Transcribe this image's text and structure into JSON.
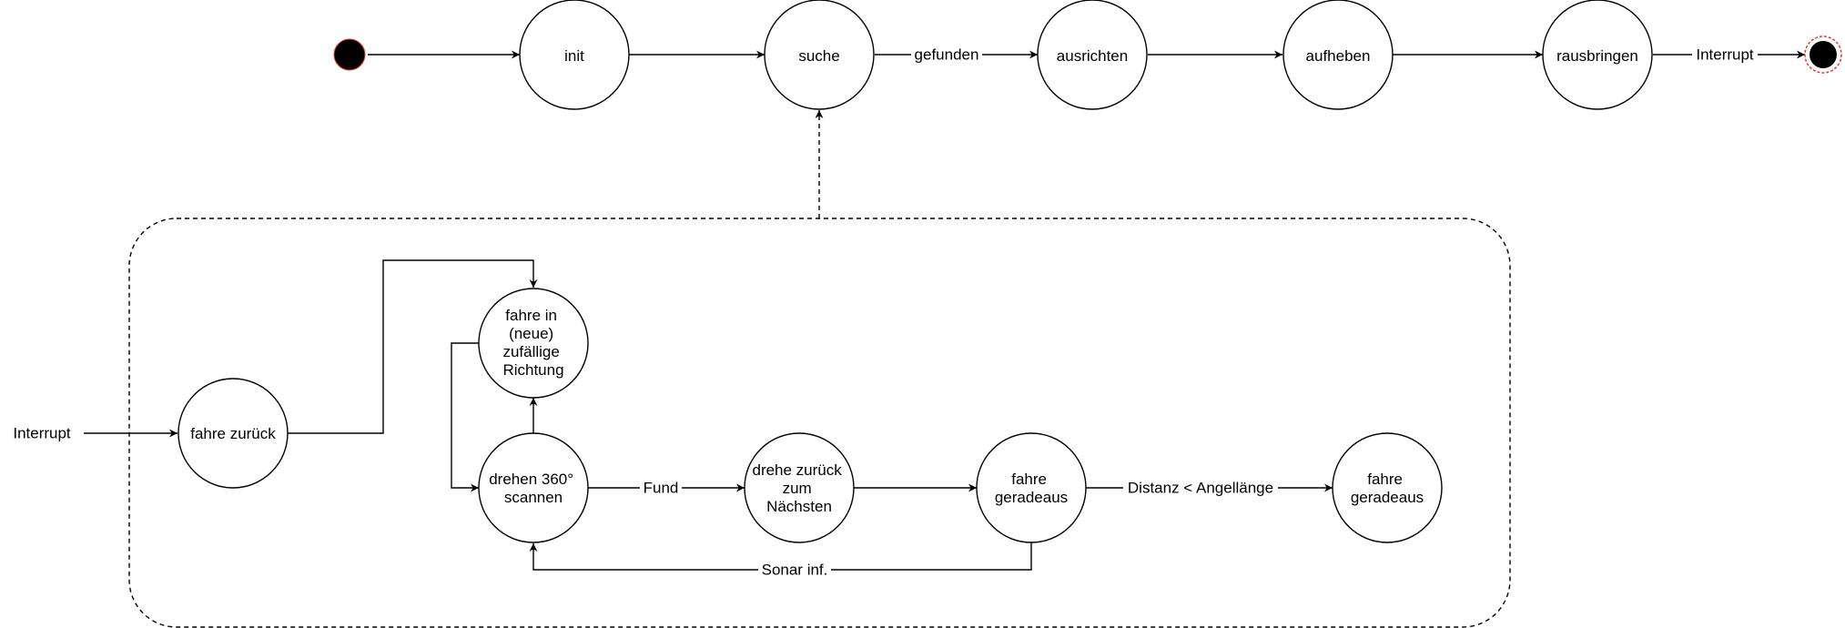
{
  "colors": {
    "line": "#000000",
    "background": "#ffffff",
    "terminal_fill": "#000000",
    "terminal_ring": "#e53935"
  },
  "icons": {
    "start": "filled-circle-start",
    "end": "bullseye-end"
  },
  "top_flow": {
    "states": {
      "init": [
        "init"
      ],
      "suche": [
        "suche"
      ],
      "ausrichten": [
        "ausrichten"
      ],
      "aufheben": [
        "aufheben"
      ],
      "rausbringen": [
        "rausbringen"
      ]
    },
    "edges": {
      "gefunden": "gefunden",
      "interrupt": "Interrupt"
    }
  },
  "sub_flow": {
    "entry_label": "Interrupt",
    "states": {
      "fahre_zurueck": [
        "fahre zurück"
      ],
      "fahre_in": [
        "fahre in",
        "(neue)",
        "zufällige",
        "Richtung"
      ],
      "drehen": [
        "drehen 360°",
        "scannen"
      ],
      "drehe_zurueck": [
        "drehe zurück",
        "zum",
        "Nächsten"
      ],
      "fahre_geradeaus_1": [
        "fahre",
        "geradeaus"
      ],
      "fahre_geradeaus_2": [
        "fahre",
        "geradeaus"
      ]
    },
    "edges": {
      "fund": "Fund",
      "distanz": "Distanz < Angellänge",
      "sonar": "Sonar inf."
    }
  }
}
